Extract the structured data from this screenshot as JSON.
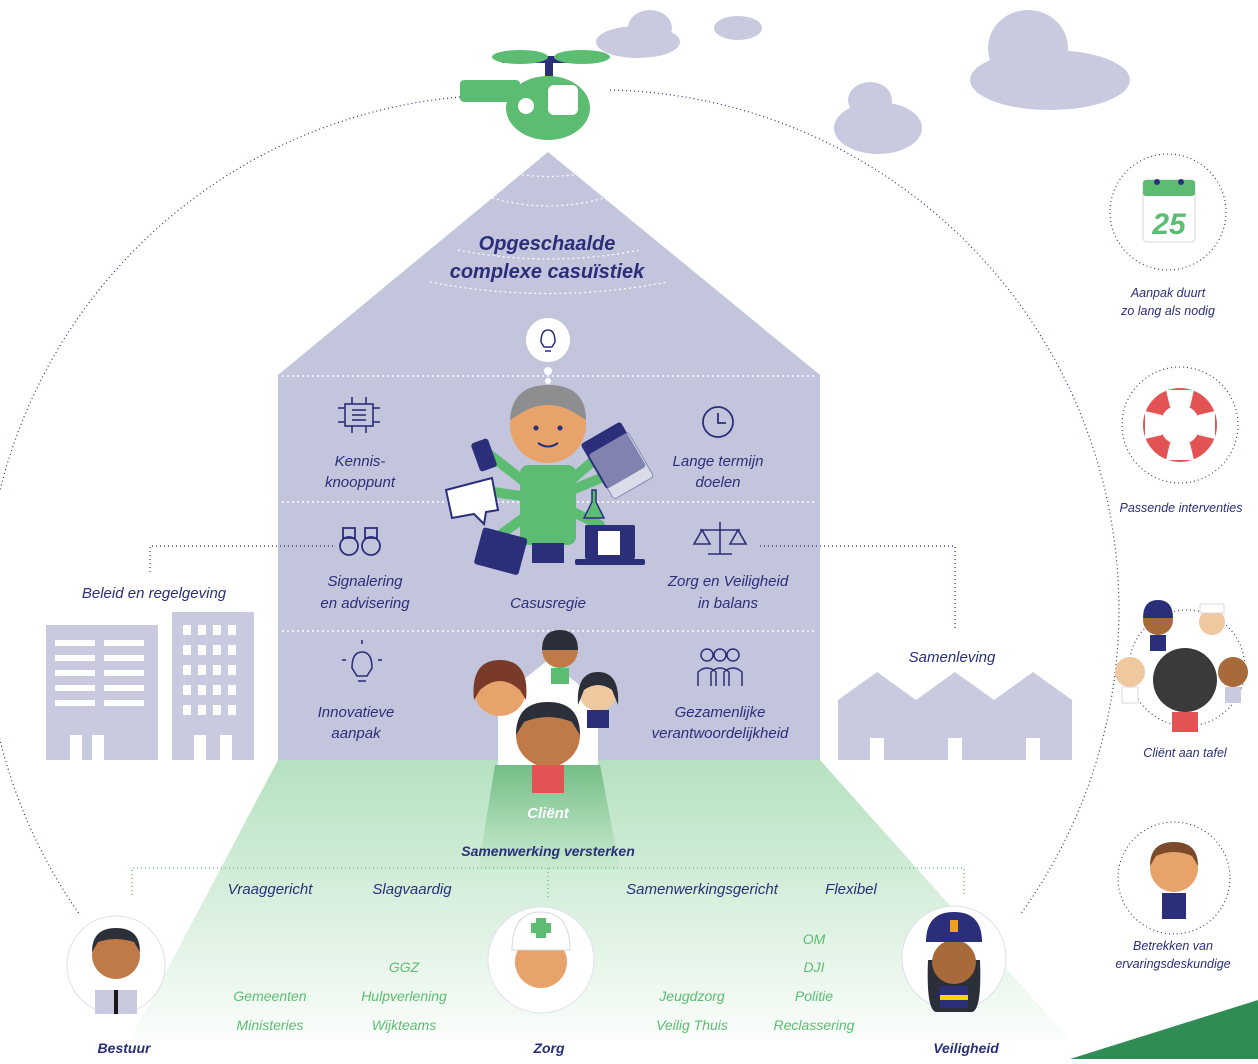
{
  "house": {
    "title_line1": "Opgeschaalde",
    "title_line2": "complexe casuïstiek",
    "center_label": "Casusregie",
    "items": {
      "kennis_1": "Kennis-",
      "kennis_2": "knooppunt",
      "termijn_1": "Lange termijn",
      "termijn_2": "doelen",
      "signal_1": "Signalering",
      "signal_2": "en advisering",
      "zorgveilig_1": "Zorg en Veiligheid",
      "zorgveilig_2": "in balans",
      "innov_1": "Innovatieve",
      "innov_2": "aanpak",
      "gezamen_1": "Gezamenlijke",
      "gezamen_2": "verantwoordelijkheid"
    },
    "client_label": "Cliënt"
  },
  "left_label": "Beleid en regelgeving",
  "right_label": "Samenleving",
  "bottom": {
    "heading": "Samenwerking versterken",
    "traits": [
      "Vraaggericht",
      "Slagvaardig",
      "Samenwerkingsgericht",
      "Flexibel"
    ],
    "people": [
      "Bestuur",
      "Zorg",
      "Veiligheid"
    ],
    "orgs": {
      "gemeenten": "Gemeenten",
      "ministeries": "Ministeries",
      "ggz": "GGZ",
      "hulpverlening": "Hulpverlening",
      "wijkteams": "Wijkteams",
      "jeugdzorg": "Jeugdzorg",
      "veilig_thuis": "Veilig Thuis",
      "om": "OM",
      "dji": "DJI",
      "politie": "Politie",
      "reclassering": "Reclassering"
    }
  },
  "sidebar": {
    "calendar_day": "25",
    "aanpak_1": "Aanpak duurt",
    "aanpak_2": "zo lang als nodig",
    "passende": "Passende interventies",
    "client_tafel": "Cliënt aan tafel",
    "betrekken_1": "Betrekken van",
    "betrekken_2": "ervaringsdeskundige"
  },
  "colors": {
    "navy": "#2b2f7a",
    "house": "#c3c5dc",
    "green": "#5cbd72",
    "building": "#c9cadf",
    "red": "#e35353"
  }
}
